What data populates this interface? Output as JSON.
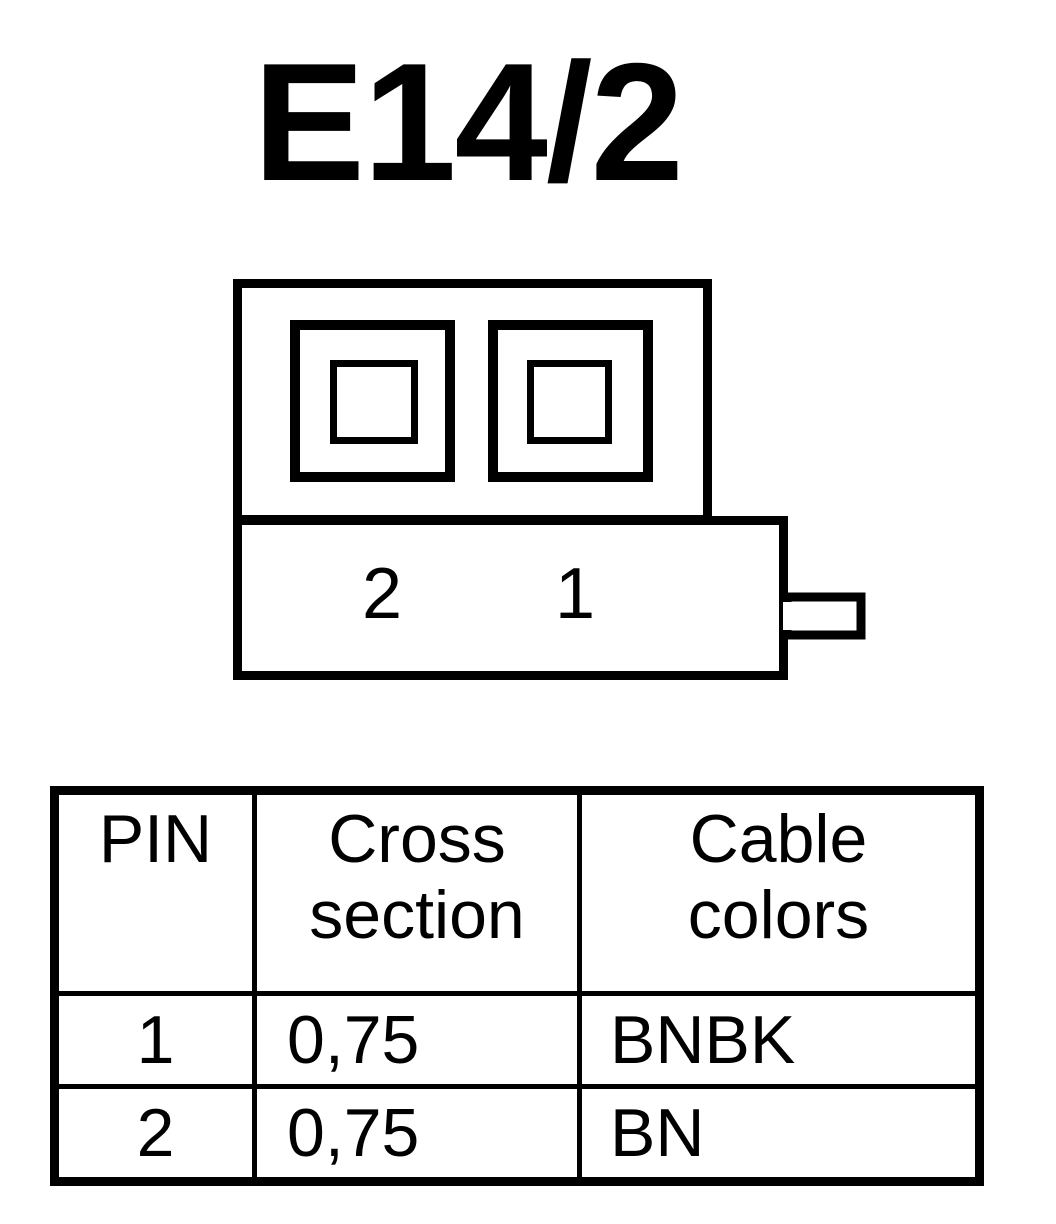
{
  "title": "E14/2",
  "connector": {
    "pin_labels": [
      "2",
      "1"
    ],
    "cavity_count": 2,
    "outline_color": "#000000",
    "fill_color": "#ffffff"
  },
  "table": {
    "headers": {
      "pin": "PIN",
      "cross_section_line1": "Cross",
      "cross_section_line2": "section",
      "cable_colors_line1": "Cable",
      "cable_colors_line2": "colors"
    },
    "rows": [
      {
        "pin": "1",
        "cross_section": "0,75",
        "cable_colors": "BNBK"
      },
      {
        "pin": "2",
        "cross_section": "0,75",
        "cable_colors": "BN"
      }
    ]
  }
}
